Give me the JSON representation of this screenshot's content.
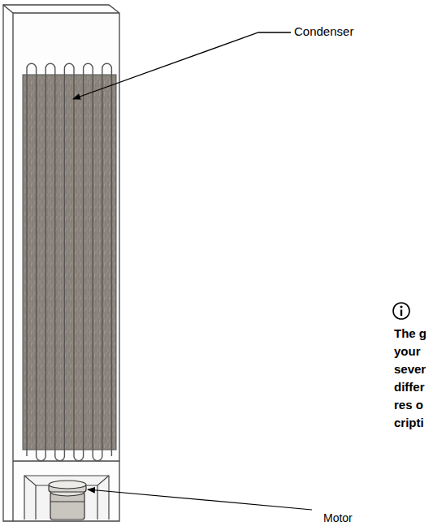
{
  "diagram": {
    "labels": [
      "Condenser",
      "Motor",
      "The g your sever differ res o cripti"
    ]
  }
}
